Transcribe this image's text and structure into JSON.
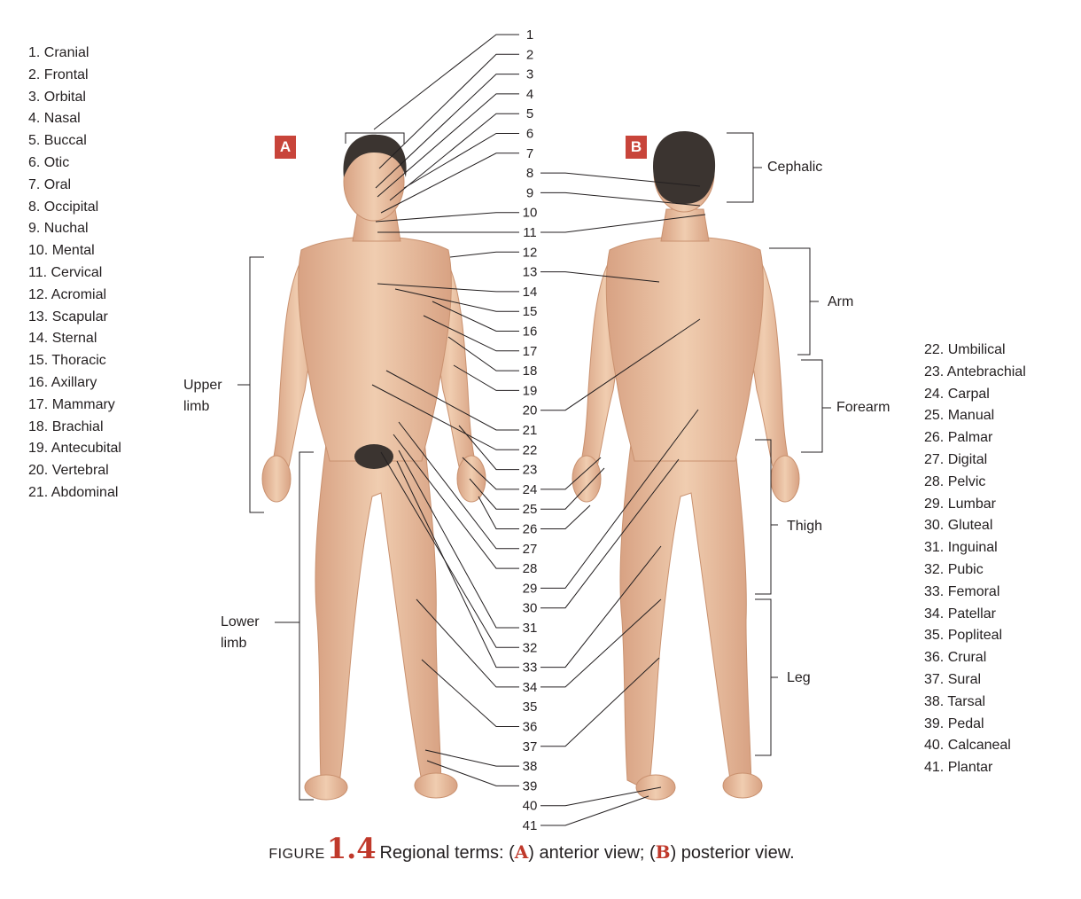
{
  "terms_left": [
    "1. Cranial",
    "2. Frontal",
    "3. Orbital",
    "4. Nasal",
    "5. Buccal",
    "6. Otic",
    "7. Oral",
    "8. Occipital",
    "9. Nuchal",
    "10. Mental",
    "11. Cervical",
    "12. Acromial",
    "13. Scapular",
    "14. Sternal",
    "15. Thoracic",
    "16. Axillary",
    "17. Mammary",
    "18. Brachial",
    "19. Antecubital",
    "20. Vertebral",
    "21. Abdominal"
  ],
  "terms_right": [
    "22. Umbilical",
    "23. Antebrachial",
    "24. Carpal",
    "25. Manual",
    "26. Palmar",
    "27. Digital",
    "28. Pelvic",
    "29. Lumbar",
    "30. Gluteal",
    "31. Inguinal",
    "32. Pubic",
    "33. Femoral",
    "34. Patellar",
    "35. Popliteal",
    "36. Crural",
    "37. Sural",
    "38. Tarsal",
    "39. Pedal",
    "40. Calcaneal",
    "41. Plantar"
  ],
  "center_numbers": [
    "1",
    "2",
    "3",
    "4",
    "5",
    "6",
    "7",
    "8",
    "9",
    "10",
    "11",
    "12",
    "13",
    "14",
    "15",
    "16",
    "17",
    "18",
    "19",
    "20",
    "21",
    "22",
    "23",
    "24",
    "25",
    "26",
    "27",
    "28",
    "29",
    "30",
    "31",
    "32",
    "33",
    "34",
    "35",
    "36",
    "37",
    "38",
    "39",
    "40",
    "41"
  ],
  "panels": {
    "a": "A",
    "b": "B"
  },
  "side_labels": {
    "upper_limb_line1": "Upper",
    "upper_limb_line2": "limb",
    "lower_limb_line1": "Lower",
    "lower_limb_line2": "limb",
    "cephalic": "Cephalic",
    "arm": "Arm",
    "forearm": "Forearm",
    "thigh": "Thigh",
    "leg": "Leg"
  },
  "caption": {
    "figure_word": "FIGURE",
    "figure_number": "1.4",
    "text_1": "Regional terms: (",
    "letter_a": "A",
    "text_2": ") anterior view; (",
    "letter_b": "B",
    "text_3": ") posterior view."
  },
  "colors": {
    "skin": "#eac1a0",
    "skin_shade": "#d9a283",
    "hair": "#3b3430",
    "badge": "#c8443a",
    "accent": "#c0392b",
    "line": "#231f20"
  }
}
